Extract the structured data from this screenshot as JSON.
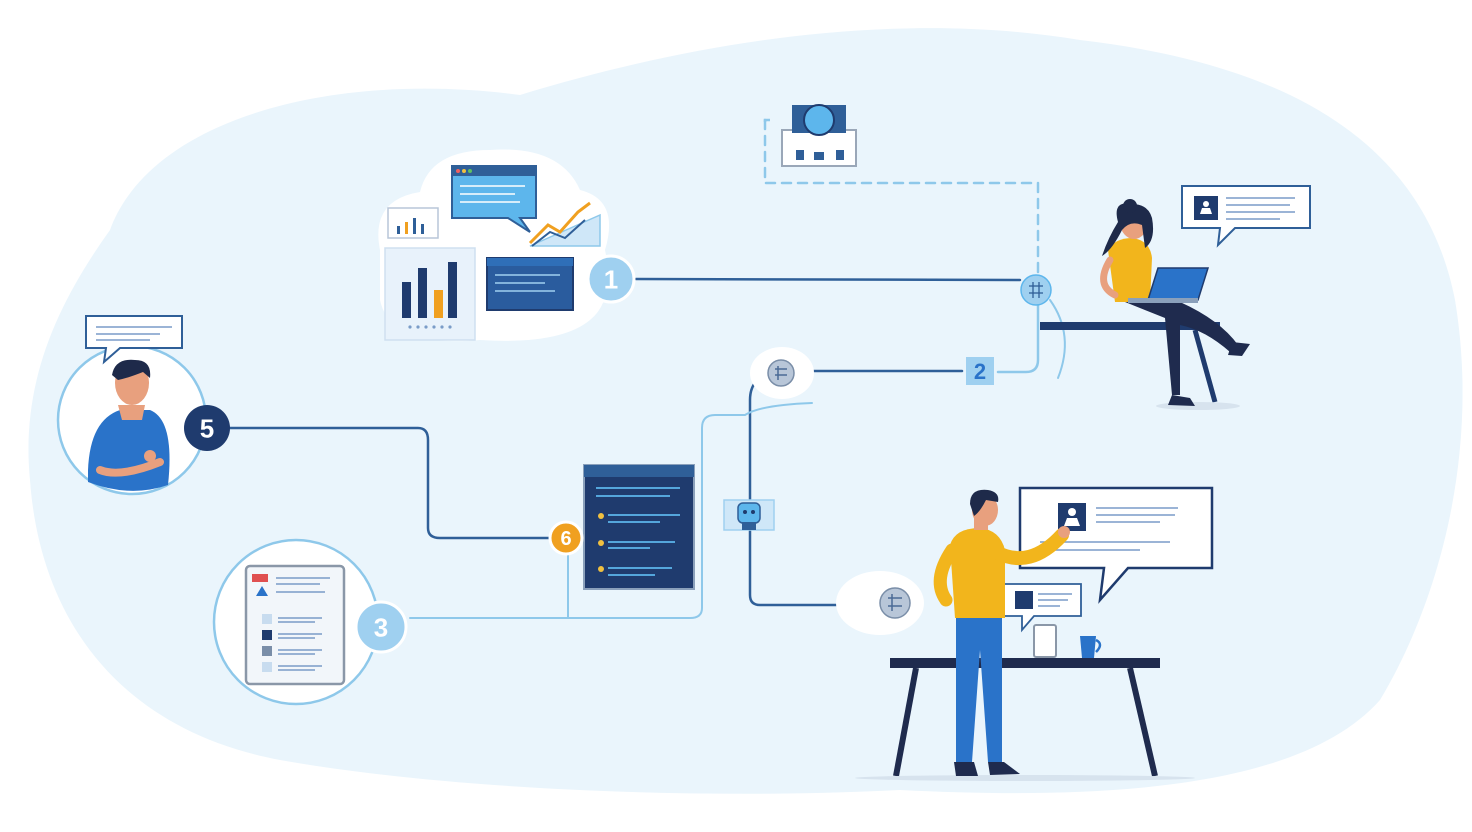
{
  "colors": {
    "background_blob": "#eaf5fc",
    "line_dark": "#2f5f98",
    "line_light": "#8ec8ea",
    "navy": "#1f3b6e",
    "blue": "#2a73c9",
    "light_blue": "#9fd0f0",
    "orange": "#f0a020",
    "yellow_shirt": "#f2b51c",
    "skin": "#e8a07e",
    "hair": "#1e2a4a"
  },
  "steps": [
    {
      "id": "step-1",
      "label": "1",
      "style": "light-circle"
    },
    {
      "id": "step-2",
      "label": "2",
      "style": "light-square"
    },
    {
      "id": "step-3",
      "label": "3",
      "style": "light-circle"
    },
    {
      "id": "step-5",
      "label": "5",
      "style": "navy-circle"
    },
    {
      "id": "step-6",
      "label": "6",
      "style": "orange-circle"
    }
  ],
  "icons": [
    "analytics-dashboard-icon",
    "bar-chart-icon",
    "line-chart-icon",
    "video-call-icon",
    "robot-icon",
    "network-node-icon",
    "chat-bubble-icon",
    "laptop-icon",
    "coffee-mug-icon",
    "checklist-icon"
  ],
  "people": [
    {
      "id": "woman-with-laptop",
      "shirt": "#f2b51c"
    },
    {
      "id": "man-at-whiteboard",
      "shirt": "#f2b51c"
    },
    {
      "id": "man-in-blue-avatar",
      "shirt": "#2a73c9"
    }
  ]
}
